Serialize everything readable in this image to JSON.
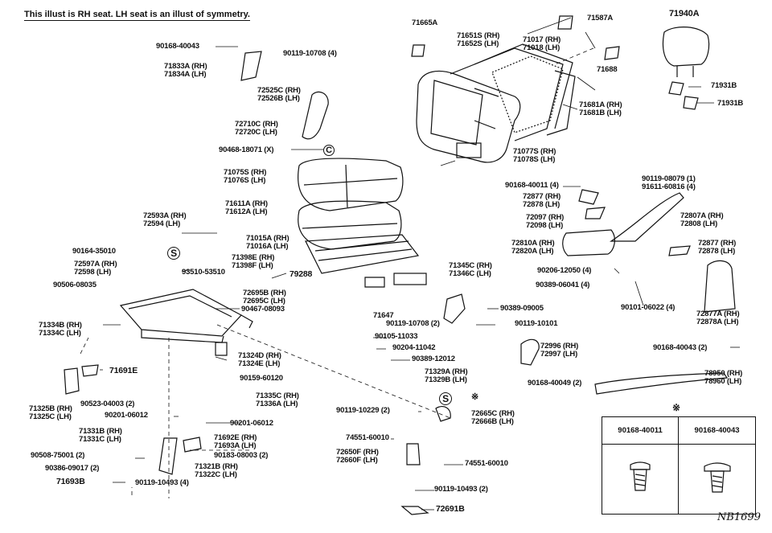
{
  "note": "This illust is RH seat. LH seat is an illust of symmetry.",
  "ref_code": "NB1699",
  "legend": {
    "mark": "※",
    "col1": "90168-40011",
    "col2": "90168-40043"
  },
  "labels": {
    "p71665A": "71665A",
    "p71651S": "71651S (RH)",
    "p71652S": "71652S (LH)",
    "p71017": "71017 (RH)",
    "p71018": "71018 (LH)",
    "p71587A": "71587A",
    "p71688": "71688",
    "p71940A": "71940A",
    "p71931B_1": "71931B",
    "p71931B_2": "71931B",
    "p71681A": "71681A (RH)",
    "p71681B": "71681B (LH)",
    "p71077S": "71077S (RH)",
    "p71078S": "71078S (LH)",
    "p90168_40043a": "90168-40043",
    "p71833A": "71833A (RH)",
    "p71834A": "71834A (LH)",
    "p90119_10708a": "90119-10708 (4)",
    "p72525C": "72525C (RH)",
    "p72526B": "72526B (LH)",
    "p72710C": "72710C (RH)",
    "p72720C": "72720C (LH)",
    "p90468": "90468-18071 (X)",
    "p71075S": "71075S (RH)",
    "p71076S": "71076S (LH)",
    "p71611A": "71611A (RH)",
    "p71612A": "71612A (LH)",
    "p71015A": "71015A (RH)",
    "p71016A": "71016A (LH)",
    "p71398E": "71398E (RH)",
    "p71398F": "71398F (LH)",
    "p79288": "79288",
    "p72695B": "72695B (RH)",
    "p72695C": "72695C (LH)",
    "p90467": "90467-08093",
    "p71647": "71647",
    "p72593A": "72593A (RH)",
    "p72594": "72594 (LH)",
    "p90164": "90164-35010",
    "p72597A": "72597A (RH)",
    "p72598": "72598 (LH)",
    "p93510": "93510-53510",
    "p90506": "90506-08035",
    "p71334B": "71334B (RH)",
    "p71334C": "71334C (LH)",
    "p71691E": "71691E",
    "p71325B": "71325B (RH)",
    "p71325C": "71325C (LH)",
    "p71324D": "71324D (RH)",
    "p71324E": "71324E (LH)",
    "p90159": "90159-60120",
    "p90523": "90523-04003 (2)",
    "p90201a": "90201-06012",
    "p71335C": "71335C (RH)",
    "p71336A": "71336A (LH)",
    "p90201b": "90201-06012",
    "p71331B": "71331B (RH)",
    "p71331C": "71331C (LH)",
    "p71692E": "71692E (RH)",
    "p71693A": "71693A (LH)",
    "p90508": "90508-75001 (2)",
    "p90183": "90183-08003 (2)",
    "p90386": "90386-09017 (2)",
    "p71321B": "71321B (RH)",
    "p71322C": "71322C (LH)",
    "p71693B": "71693B",
    "p90119_10493a": "90119-10493 (4)",
    "p71345C": "71345C (RH)",
    "p71346C": "71346C (LH)",
    "p90389_09005": "90389-09005",
    "p90119_10708b": "90119-10708 (2)",
    "p90119_10101": "90119-10101",
    "p90105": "90105-11033",
    "p90204": "90204-11042",
    "p90389_12012": "90389-12012",
    "p72996": "72996 (RH)",
    "p72997": "72997 (LH)",
    "p71329A": "71329A (RH)",
    "p71329B": "71329B (LH)",
    "p90168_40049": "90168-40049 (2)",
    "p90119_10229": "90119-10229 (2)",
    "p72665C": "72665C (RH)",
    "p72666B": "72666B (LH)",
    "p74551a": "74551-60010",
    "p72650F": "72650F (RH)",
    "p72660F": "72660F (LH)",
    "p74551b": "74551-60010",
    "p90119_10493b": "90119-10493 (2)",
    "p72691B": "72691B",
    "p90168_40011": "90168-40011 (4)",
    "p72877a": "72877 (RH)",
    "p72878a": "72878 (LH)",
    "p72097": "72097 (RH)",
    "p72098": "72098 (LH)",
    "p72810A": "72810A (RH)",
    "p72820A": "72820A (LH)",
    "p90206": "90206-12050 (4)",
    "p90389_06041": "90389-06041 (4)",
    "p90119_08079": "90119-08079 (1)",
    "p91611": "91611-60816 (4)",
    "p72807A": "72807A (RH)",
    "p72808": "72808 (LH)",
    "p72877b": "72877 (RH)",
    "p72878b": "72878 (LH)",
    "p90101": "90101-06022 (4)",
    "p72877A": "72877A (RH)",
    "p72878A": "72878A (LH)",
    "p90168_40043b": "90168-40043 (2)",
    "p78950": "78950 (RH)",
    "p78960": "78960 (LH)",
    "s_letter_1": "S",
    "s_letter_2": "S",
    "c_letter": "C",
    "mark_small": "※"
  }
}
